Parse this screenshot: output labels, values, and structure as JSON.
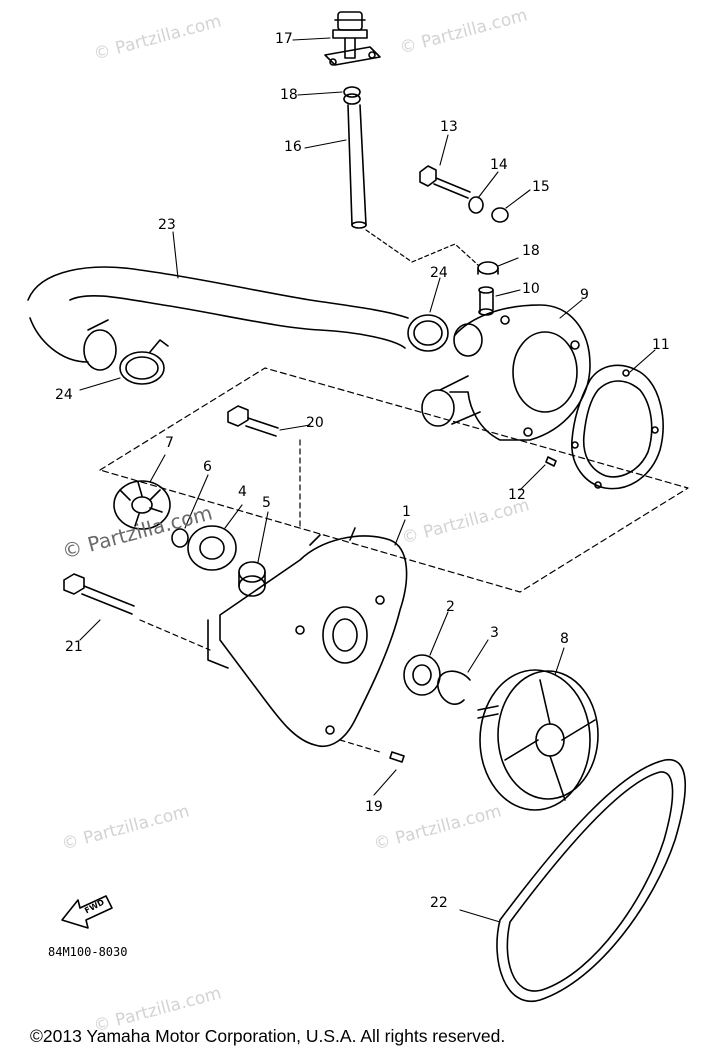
{
  "watermarks": [
    "© Partzilla.com",
    "© Partzilla.com",
    "© Partzilla.com",
    "© Partzilla.com",
    "© Partzilla.com",
    "© Partzilla.com"
  ],
  "watermark_main": "© Partzilla.com",
  "callouts": {
    "c1": "1",
    "c2": "2",
    "c3": "3",
    "c4": "4",
    "c5": "5",
    "c6": "6",
    "c7": "7",
    "c8": "8",
    "c9": "9",
    "c10": "10",
    "c11": "11",
    "c12": "12",
    "c13": "13",
    "c14": "14",
    "c15": "15",
    "c16": "16",
    "c17": "17",
    "c18a": "18",
    "c18b": "18",
    "c19": "19",
    "c20": "20",
    "c21": "21",
    "c22": "22",
    "c23": "23",
    "c24a": "24",
    "c24b": "24"
  },
  "fwd_label": "FWD",
  "part_code": "84M100-8030",
  "copyright": "©2013 Yamaha Motor Corporation, U.S.A. All rights reserved."
}
